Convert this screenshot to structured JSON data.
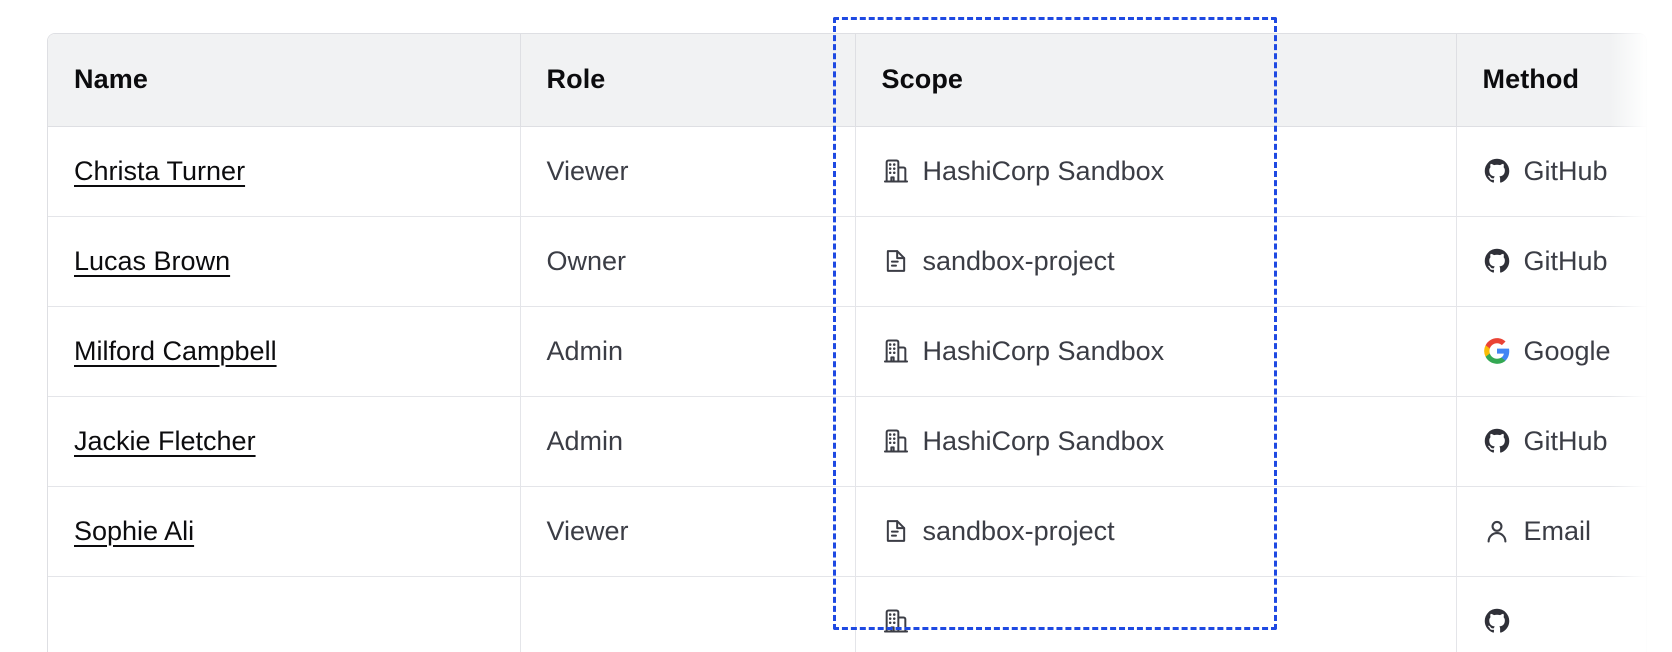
{
  "table": {
    "columns": [
      {
        "key": "name",
        "label": "Name"
      },
      {
        "key": "role",
        "label": "Role"
      },
      {
        "key": "scope",
        "label": "Scope"
      },
      {
        "key": "method",
        "label": "Method"
      }
    ],
    "rows": [
      {
        "name": "Christa Turner",
        "role": "Viewer",
        "scope": "HashiCorp Sandbox",
        "scope_icon": "organization-icon",
        "method": "GitHub",
        "method_icon": "github-icon"
      },
      {
        "name": "Lucas Brown",
        "role": "Owner",
        "scope": "sandbox-project",
        "scope_icon": "project-file-icon",
        "method": "GitHub",
        "method_icon": "github-icon"
      },
      {
        "name": "Milford Campbell",
        "role": "Admin",
        "scope": "HashiCorp Sandbox",
        "scope_icon": "organization-icon",
        "method": "Google",
        "method_icon": "google-icon"
      },
      {
        "name": "Jackie Fletcher",
        "role": "Admin",
        "scope": "HashiCorp Sandbox",
        "scope_icon": "organization-icon",
        "method": "GitHub",
        "method_icon": "github-icon"
      },
      {
        "name": "Sophie Ali",
        "role": "Viewer",
        "scope": "sandbox-project",
        "scope_icon": "project-file-icon",
        "method": "Email",
        "method_icon": "user-icon"
      },
      {
        "name": "",
        "role": "",
        "scope": "",
        "scope_icon": "organization-icon",
        "method": "",
        "method_icon": "github-icon"
      }
    ]
  },
  "annotation": {
    "kind": "scope-column-highlight",
    "target_column": "Scope",
    "color": "#1E49E2",
    "style": "dashed"
  },
  "colors": {
    "header_bg": "#F1F2F3",
    "border": "#DEDFE3",
    "row_border": "#E4E5E9",
    "text_primary": "#0C0C0E",
    "text_secondary": "#3B3D45",
    "accent": "#1E49E2",
    "google_red": "#EA4335",
    "google_yellow": "#FBBC05",
    "google_green": "#34A853",
    "google_blue": "#4285F4",
    "github_dark": "#2F3038"
  }
}
